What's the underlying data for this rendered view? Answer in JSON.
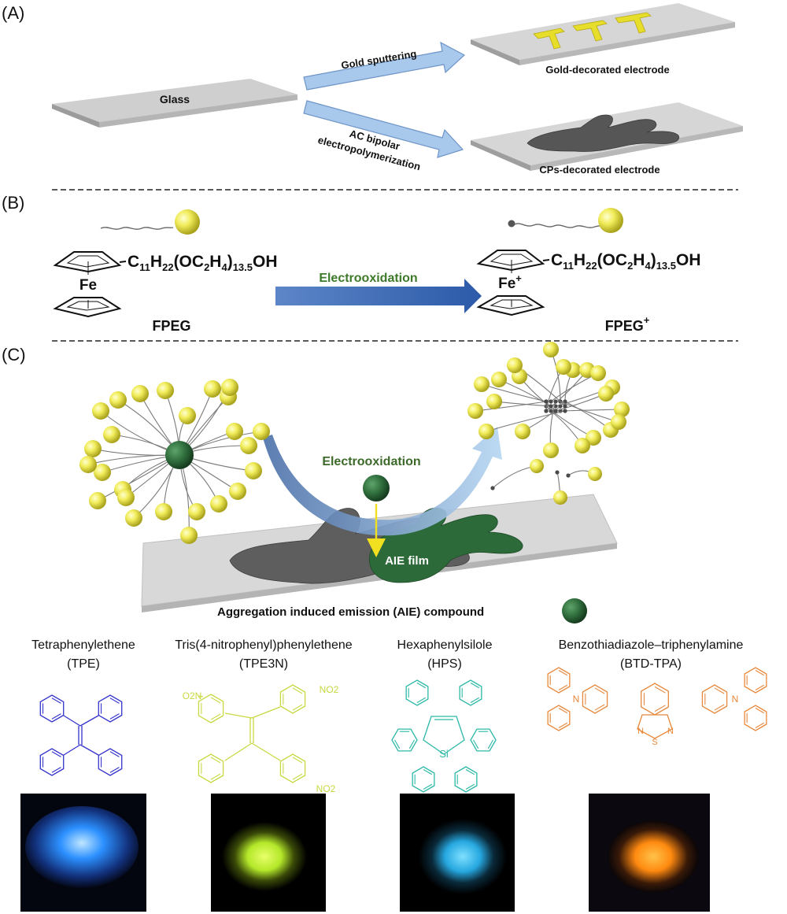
{
  "panels": {
    "a": "(A)",
    "b": "(B)",
    "c": "(C)"
  },
  "panel_a": {
    "glass": "Glass",
    "gold_route": "Gold sputtering",
    "gold_result": "Gold-decorated electrode",
    "ac_route_line1": "AC bipolar",
    "ac_route_line2": "electropolymerization",
    "cp_result": "CPs-decorated electrode"
  },
  "panel_b": {
    "formula_left": "C11H22(OC2H4)13.5OH",
    "formula_right": "C11H22(OC2H4)13.5OH",
    "iron_left": "Fe",
    "iron_right": "Fe+",
    "arrow_label": "Electrooxidation",
    "name_left": "FPEG",
    "name_right": "FPEG+"
  },
  "panel_c": {
    "arrow_label": "Electrooxidation",
    "film_label": "AIE film",
    "legend_label": "Aggregation induced emission (AIE) compound"
  },
  "compounds": [
    {
      "name": "Tetraphenylethene",
      "abbr": "(TPE)",
      "color": "#3333cc",
      "glow": "#1e8cff"
    },
    {
      "name": "Tris(4-nitrophenyl)phenylethene",
      "abbr": "(TPE3N)",
      "color": "#c8d840",
      "glow": "#c6f03a"
    },
    {
      "name": "Hexaphenylsilole",
      "abbr": "(HPS)",
      "color": "#2cb8a8",
      "glow": "#2cb4e8"
    },
    {
      "name": "Benzothiadiazole–triphenylamine",
      "abbr": "(BTD-TPA)",
      "color": "#e8883a",
      "glow": "#ff9a1a"
    }
  ],
  "chem_labels": {
    "no2": "O2N",
    "no2_r": "NO2",
    "si": "Si",
    "n": "N",
    "s": "S"
  },
  "colors": {
    "gold": "#e6e04a",
    "polymer": "#5a5a5a",
    "aie_green": "#2d6a3a",
    "arrow_blue": "#8fb6e0",
    "slide": "#d4d4d4"
  }
}
